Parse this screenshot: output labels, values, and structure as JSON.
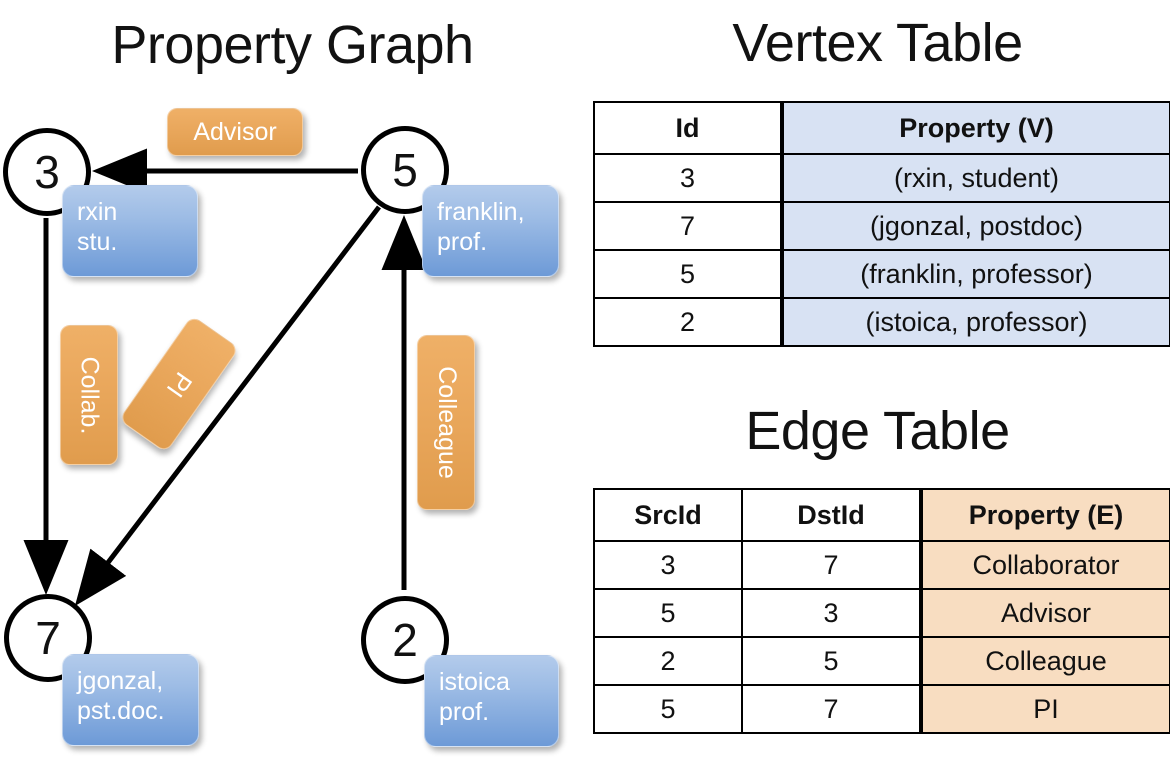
{
  "titles": {
    "property_graph": "Property Graph",
    "vertex_table": "Vertex Table",
    "edge_table": "Edge Table"
  },
  "graph": {
    "vertices": [
      {
        "id": "3",
        "property": "rxin\nstu."
      },
      {
        "id": "5",
        "property": "franklin,\nprof."
      },
      {
        "id": "7",
        "property": "jgonzal,\npst.doc."
      },
      {
        "id": "2",
        "property": "istoica\nprof."
      }
    ],
    "vertex_labels": {
      "node3": "3",
      "node5": "5",
      "node7": "7",
      "node2": "2"
    },
    "property_boxes": {
      "rxin_line1": "rxin",
      "rxin_line2": "stu.",
      "franklin_line1": "franklin,",
      "franklin_line2": "prof.",
      "jgonzal_line1": "jgonzal,",
      "jgonzal_line2": "pst.doc.",
      "istoica_line1": "istoica",
      "istoica_line2": "prof."
    },
    "edge_labels": {
      "advisor": "Advisor",
      "collab": "Collab.",
      "pi": "PI",
      "colleague": "Colleague"
    },
    "edges": [
      {
        "src": "5",
        "dst": "3",
        "label": "Advisor"
      },
      {
        "src": "3",
        "dst": "7",
        "label": "Collab."
      },
      {
        "src": "5",
        "dst": "7",
        "label": "PI"
      },
      {
        "src": "2",
        "dst": "5",
        "label": "Colleague"
      }
    ]
  },
  "vertex_table": {
    "headers": [
      "Id",
      "Property (V)"
    ],
    "rows": [
      [
        "3",
        "(rxin, student)"
      ],
      [
        "7",
        "(jgonzal, postdoc)"
      ],
      [
        "5",
        "(franklin, professor)"
      ],
      [
        "2",
        "(istoica, professor)"
      ]
    ]
  },
  "edge_table": {
    "headers": [
      "SrcId",
      "DstId",
      "Property (E)"
    ],
    "rows": [
      [
        "3",
        "7",
        "Collaborator"
      ],
      [
        "5",
        "3",
        "Advisor"
      ],
      [
        "2",
        "5",
        "Colleague"
      ],
      [
        "5",
        "7",
        "PI"
      ]
    ]
  },
  "colors": {
    "vertex_property_blue": "#6d9ad7",
    "edge_label_orange": "#e8a457",
    "table_vertex_fill": "#d8e2f3",
    "table_edge_fill": "#f8ddc1",
    "stroke": "#000000"
  }
}
